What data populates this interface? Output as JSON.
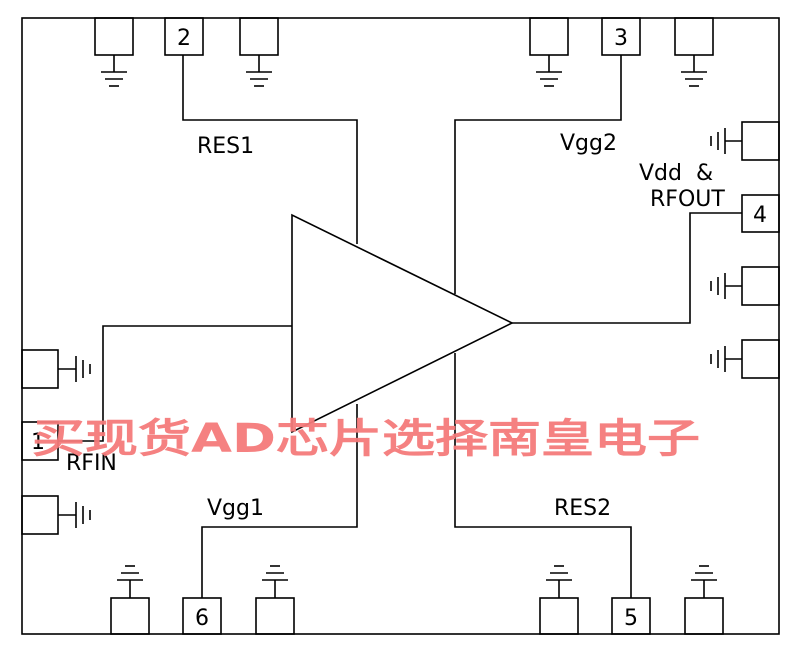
{
  "pins": {
    "p1": "1",
    "p2": "2",
    "p3": "3",
    "p4": "4",
    "p5": "5",
    "p6": "6"
  },
  "labels": {
    "res1": "RES1",
    "res2": "RES2",
    "vgg1": "Vgg1",
    "vgg2": "Vgg2",
    "vdd_line1": "Vdd  &",
    "vdd_line2": "RFOUT",
    "rfin": "RFIN"
  },
  "watermark": "买现货AD芯片选择南皇电子",
  "colors": {
    "watermark": "#f47a7a",
    "line": "#000000"
  }
}
